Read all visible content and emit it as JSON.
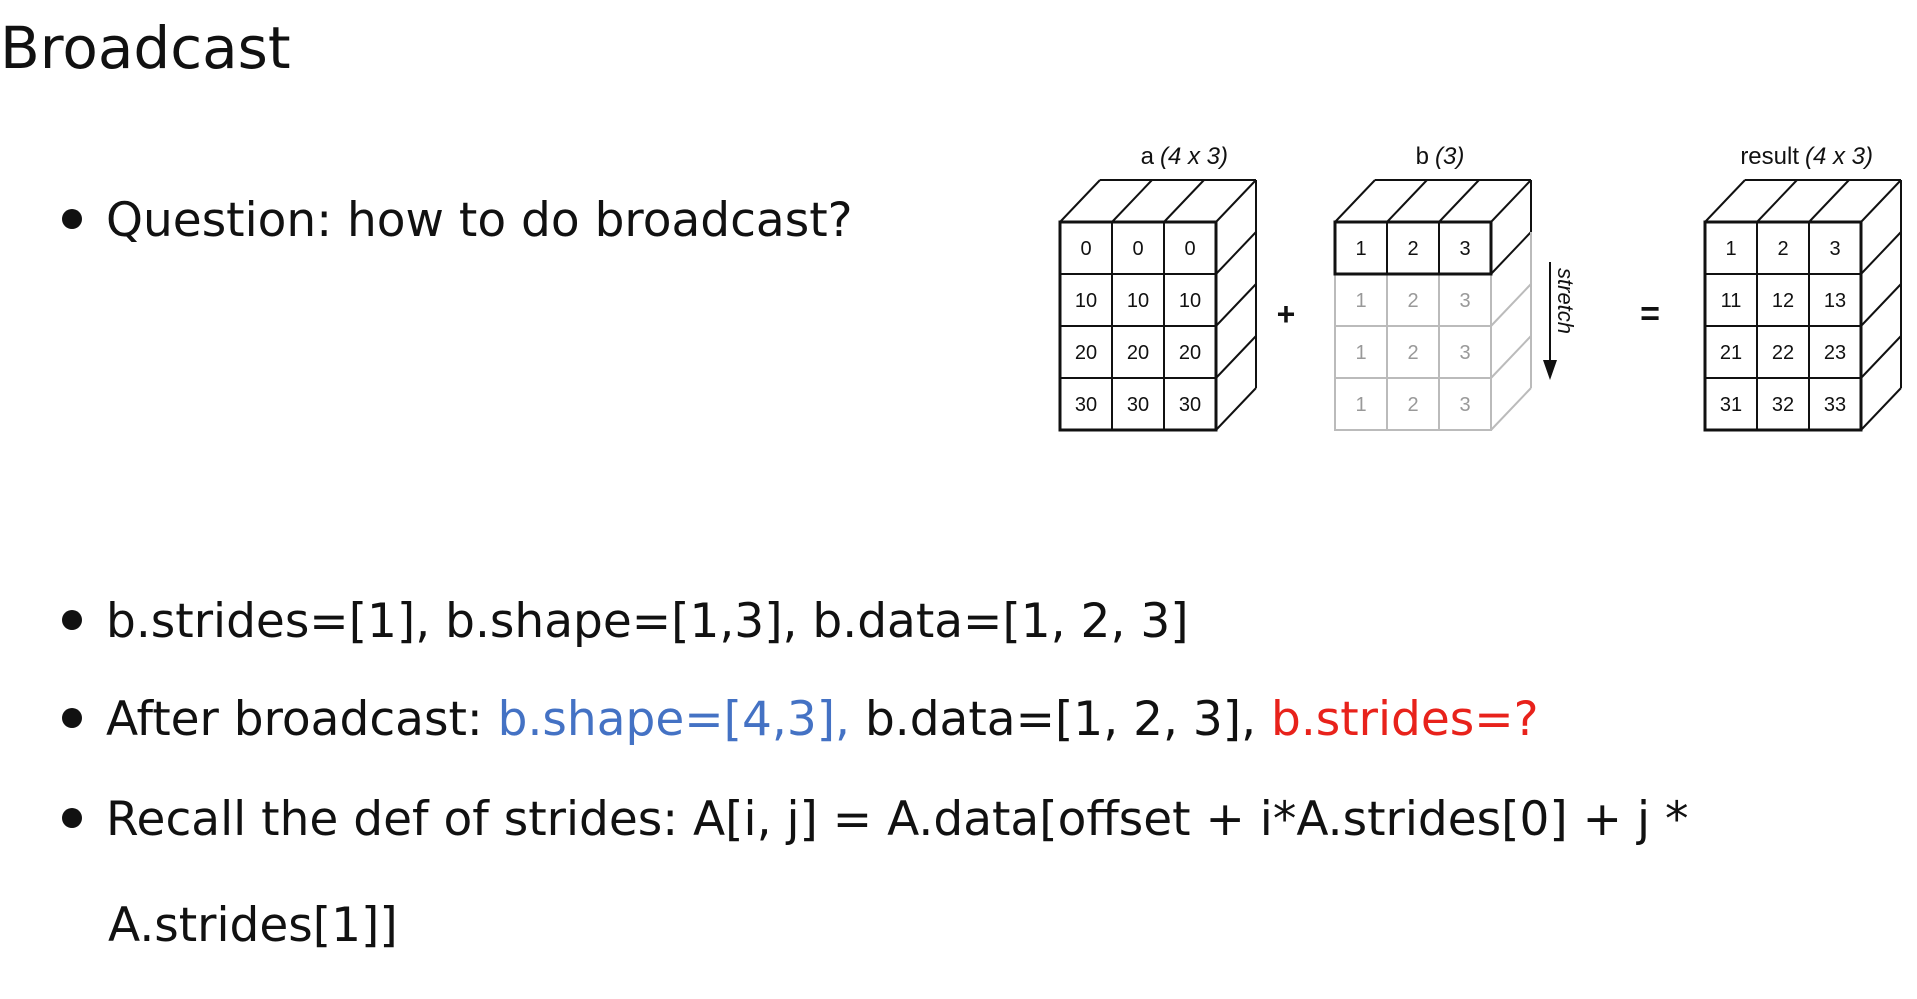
{
  "slide": {
    "title": "Broadcast",
    "bullets": [
      {
        "text": "Question: how to do broadcast?"
      },
      {
        "text": "b.strides=[1], b.shape=[1,3], b.data=[1, 2, 3]"
      },
      {
        "parts": [
          "After broadcast: ",
          "b.shape=[4,3],",
          " b.data=[1, 2, 3], ",
          "b.strides=?"
        ]
      },
      {
        "line1": "Recall the def of strides: A[i, j] = A.data[offset + i*A.strides[0] + j *",
        "line2": "A.strides[1]]"
      }
    ],
    "colors": {
      "blue": "#4472c4",
      "red": "#e8221b",
      "stretched": "#bbbbbb"
    }
  },
  "diagram": {
    "a": {
      "label": "a",
      "shape": "(4 x 3)",
      "rows": [
        [
          "0",
          "0",
          "0"
        ],
        [
          "10",
          "10",
          "10"
        ],
        [
          "20",
          "20",
          "20"
        ],
        [
          "30",
          "30",
          "30"
        ]
      ]
    },
    "b": {
      "label": "b",
      "shape": "(3)",
      "rows": [
        [
          "1",
          "2",
          "3"
        ],
        [
          "1",
          "2",
          "3"
        ],
        [
          "1",
          "2",
          "3"
        ],
        [
          "1",
          "2",
          "3"
        ]
      ]
    },
    "result": {
      "label": "result",
      "shape": "(4 x 3)",
      "rows": [
        [
          "1",
          "2",
          "3"
        ],
        [
          "11",
          "12",
          "13"
        ],
        [
          "21",
          "22",
          "23"
        ],
        [
          "31",
          "32",
          "33"
        ]
      ]
    },
    "plus": "+",
    "equals": "=",
    "stretch": "stretch"
  }
}
